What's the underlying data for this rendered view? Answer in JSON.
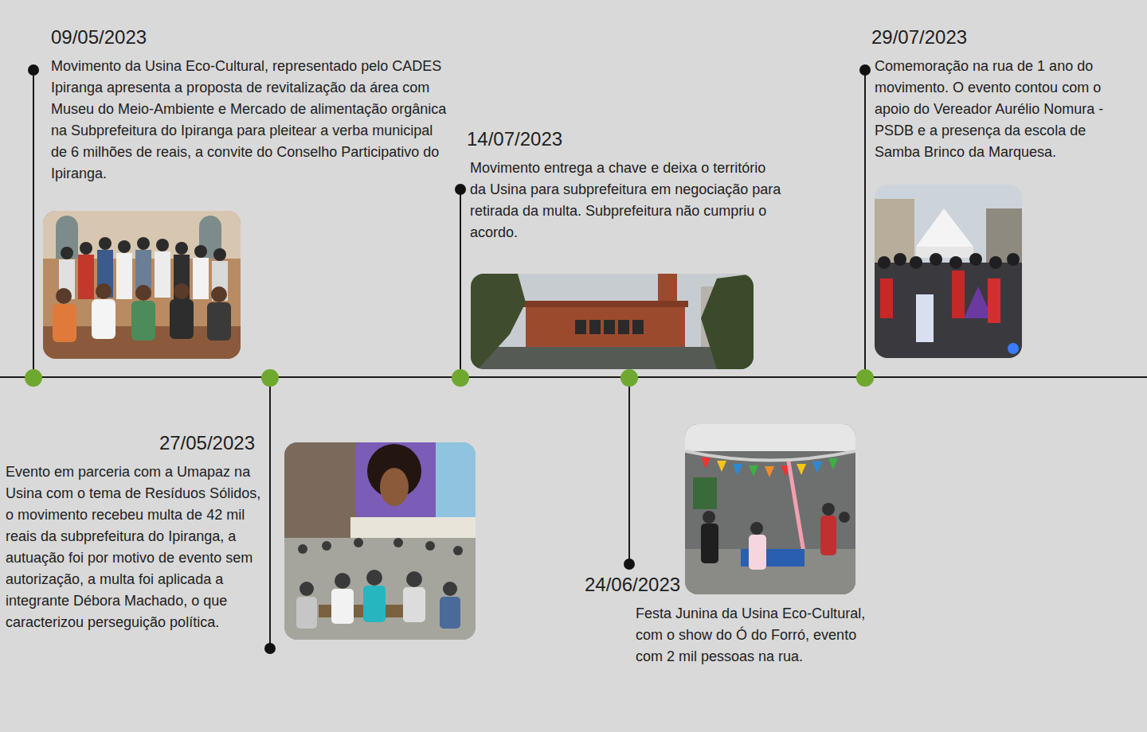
{
  "diagram": {
    "nodes": [
      {
        "text": [
          "09/05/2023",
          "Movimento da Usina Eco-Cultural, representado pelo CADES Ipiranga apresenta a proposta de revitalização da área com Museu do Meio-Ambiente e Mercado de alimentação orgânica na Subprefeitura do Ipiranga para pleitear a verba municipal de 6 milhões de reais, a convite do Conselho Participativo do Ipiranga."
        ]
      },
      {
        "text": [
          "27/05/2023",
          "Evento em parceria com a Umapaz na Usina com o tema de Resíduos Sólidos, o movimento recebeu multa de 42 mil reais da subprefeitura do Ipiranga, a autuação foi por motivo de evento sem autorização, a multa foi aplicada a integrante Débora Machado, o que caracterizou perseguição política."
        ]
      },
      {
        "text": [
          "14/07/2023",
          "Movimento entrega a chave e deixa o território da Usina para subprefeitura em negociação para retirada da multa. Subprefeitura não cumpriu o acordo."
        ]
      },
      {
        "text": [
          "24/06/2023",
          "Festa Junina da Usina Eco-Cultural, com o show do Ó do Forró, evento com 2 mil pessoas na rua."
        ]
      },
      {
        "text": [
          "29/07/2023",
          "Comemoração na rua de 1 ano do movimento. O evento contou com o apoio do Vereador Aurélio Nomura - PSDB e a presença da escola de Samba Brinco da Marquesa."
        ]
      }
    ]
  }
}
